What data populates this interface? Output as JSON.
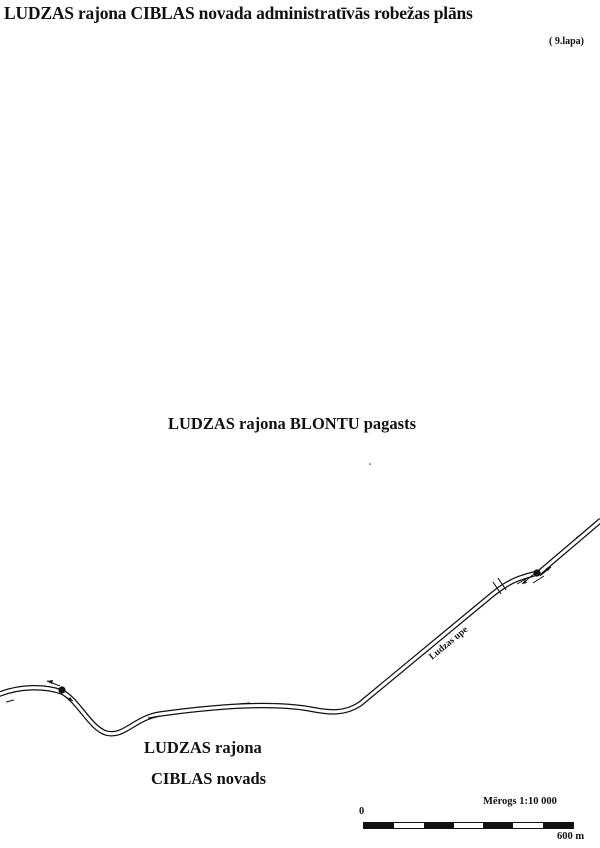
{
  "title": "LUDZAS rajona CIBLAS novada administratīvās robežas plāns",
  "sheet": "( 9.lapa)",
  "regions": {
    "north": "LUDZAS rajona BLONTU pagasts",
    "south_line1": "LUDZAS rajona",
    "south_line2": "CIBLAS novads"
  },
  "river_label": "Ludzas upe",
  "scale": {
    "ratio": "Mērogs 1:10 000",
    "start": "0",
    "end": "600 m",
    "segments": [
      "dark",
      "light",
      "dark",
      "light",
      "dark",
      "light",
      "dark"
    ]
  },
  "colors": {
    "ink": "#111111",
    "paper": "#ffffff"
  }
}
